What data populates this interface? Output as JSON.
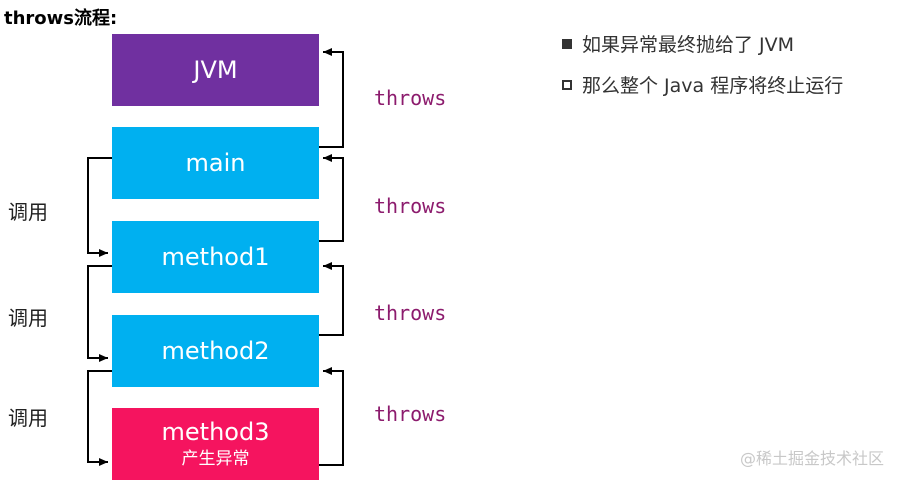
{
  "title": "throws流程:",
  "colors": {
    "jvm": "#7030a0",
    "frame": "#00b0f0",
    "error_frame": "#f5145f",
    "throws_text": "#8c1b6d",
    "arrow": "#000000"
  },
  "boxes": [
    {
      "label": "JVM",
      "sub": ""
    },
    {
      "label": "main",
      "sub": ""
    },
    {
      "label": "method1",
      "sub": ""
    },
    {
      "label": "method2",
      "sub": ""
    },
    {
      "label": "method3",
      "sub": "产生异常"
    }
  ],
  "throws_labels": [
    "throws",
    "throws",
    "throws",
    "throws"
  ],
  "call_labels": [
    "调用",
    "调用",
    "调用"
  ],
  "bullets": [
    {
      "style": "filled",
      "text": "如果异常最终抛给了 JVM"
    },
    {
      "style": "hollow",
      "text": "那么整个 Java 程序将终止运行"
    }
  ],
  "watermark": "@稀土掘金技术社区"
}
